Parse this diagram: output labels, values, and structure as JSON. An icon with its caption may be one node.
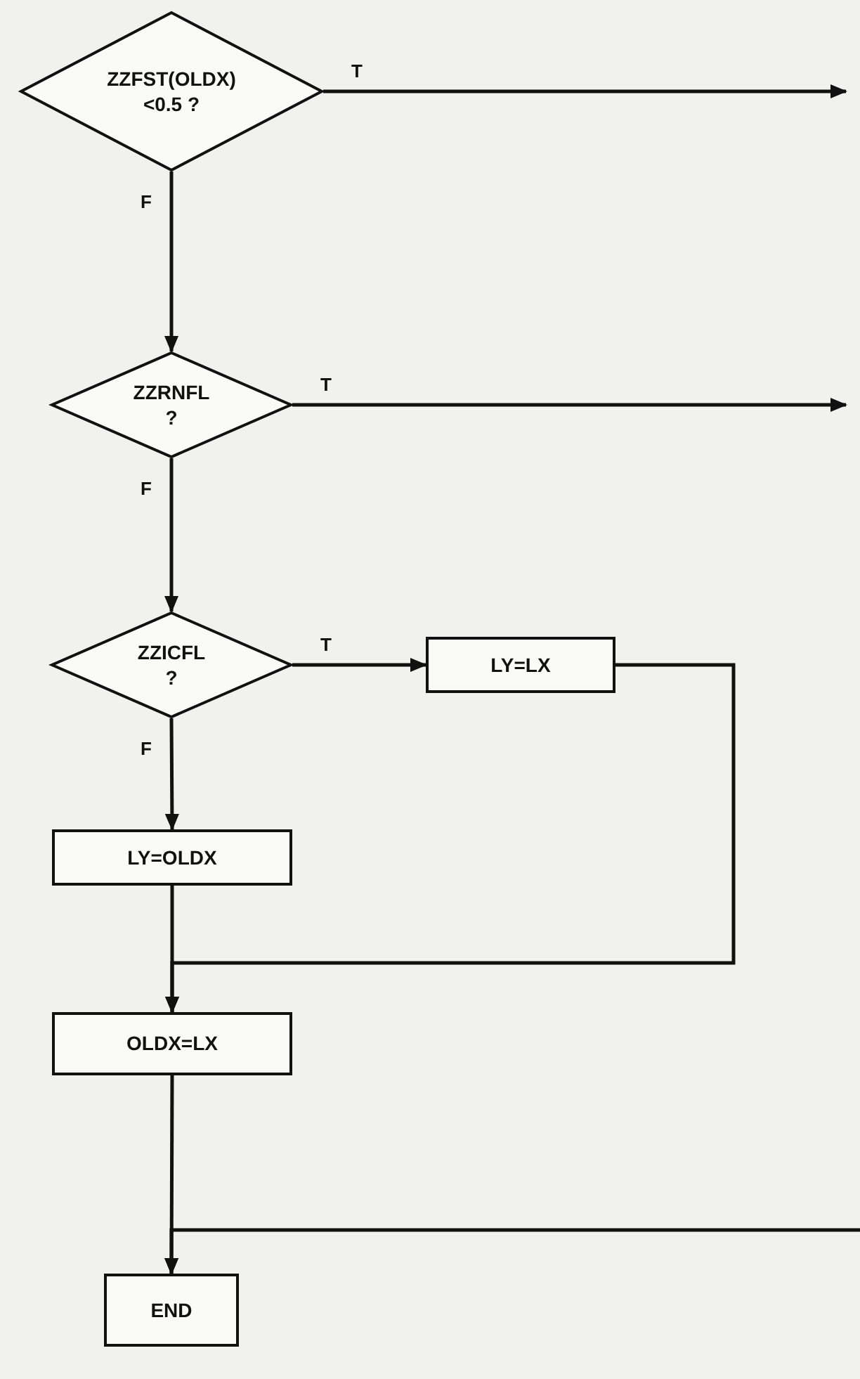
{
  "diagram": {
    "nodes": [
      {
        "text": [
          "ZZFST(OLDX) <0.5 ?"
        ]
      },
      {
        "text": [
          "ZZRNFL ?"
        ]
      },
      {
        "text": [
          "ZZICFL ?"
        ]
      },
      {
        "text": [
          "LY=LX"
        ]
      },
      {
        "text": [
          "LY=OLDX"
        ]
      },
      {
        "text": [
          "OLDX=LX"
        ]
      },
      {
        "text": [
          "END"
        ]
      }
    ],
    "edges": [
      {
        "from": 0,
        "to": null,
        "arrow": "to",
        "label": "T"
      },
      {
        "from": 0,
        "to": 1,
        "arrow": "to",
        "label": "F"
      },
      {
        "from": 1,
        "to": null,
        "arrow": "to",
        "label": "T"
      },
      {
        "from": 1,
        "to": 2,
        "arrow": "to",
        "label": "F"
      },
      {
        "from": 2,
        "to": 3,
        "arrow": "to",
        "label": "T"
      },
      {
        "from": 2,
        "to": 4,
        "arrow": "to",
        "label": "F"
      },
      {
        "from": 3,
        "to": 5,
        "arrow": "to"
      },
      {
        "from": 4,
        "to": 5,
        "arrow": "to"
      },
      {
        "from": 5,
        "to": 6,
        "arrow": "to"
      },
      {
        "from": null,
        "to": 6,
        "arrow": "to"
      }
    ]
  }
}
